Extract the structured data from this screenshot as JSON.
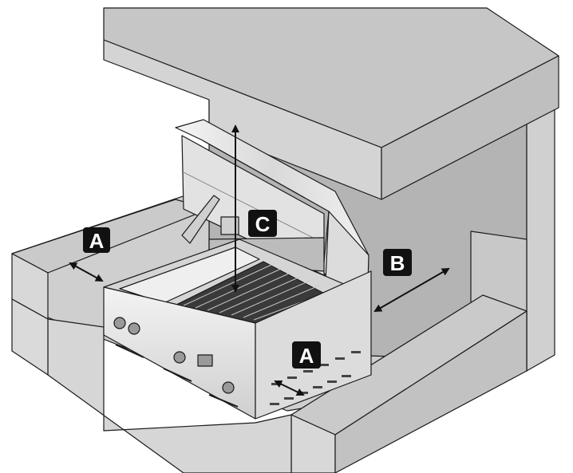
{
  "diagram": {
    "labels": {
      "a_left": "A",
      "a_front": "A",
      "b": "B",
      "c": "C"
    },
    "colors": {
      "enclosure_fill": "#d2d2d2",
      "enclosure_top": "#c6c6c6",
      "enclosure_inner": "#b4b4b4",
      "outline": "#1a1a1a",
      "label_bg": "#111111",
      "label_text": "#ffffff",
      "grill_steel": "#e9e9e9",
      "grate": "#3a3a3a"
    }
  }
}
